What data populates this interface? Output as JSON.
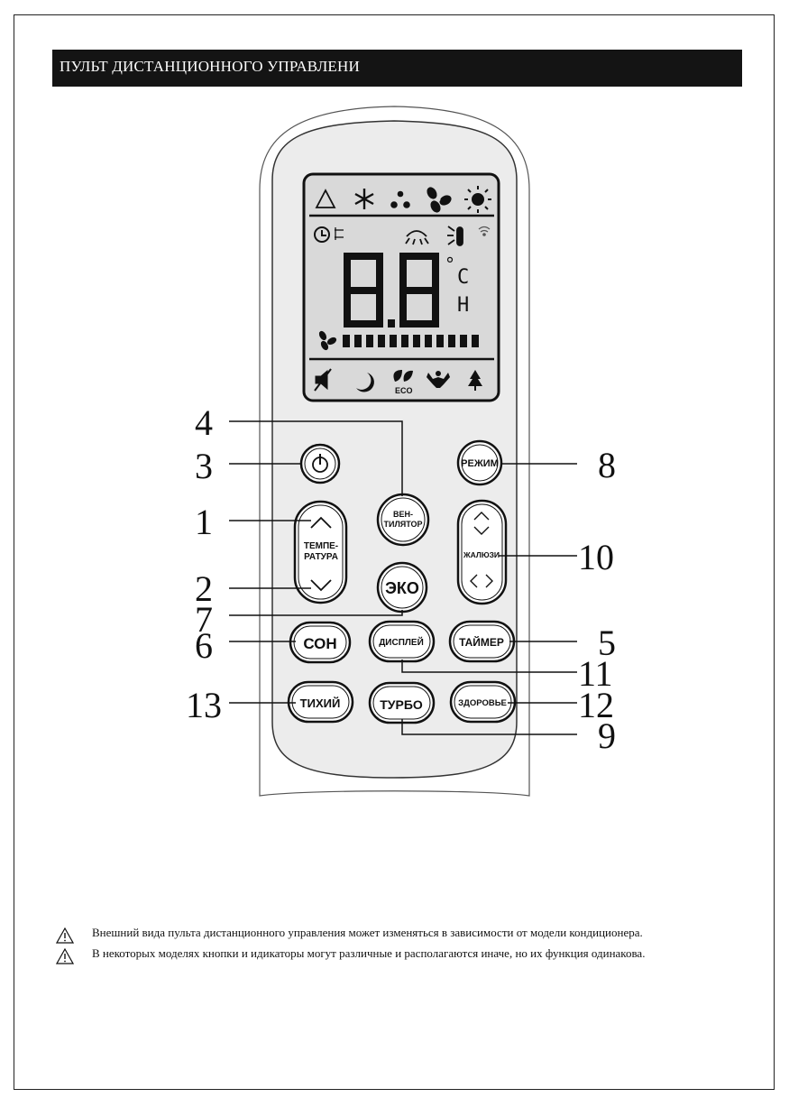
{
  "header": {
    "title": "ПУЛЬТ ДИСТАНЦИОННОГО УПРАВЛЕНИ"
  },
  "display": {
    "big_digits": "88",
    "degree": "°",
    "unit_c": "C",
    "unit_h": "H",
    "eco_label": "ECO"
  },
  "buttons": {
    "power": "",
    "mode": "РЕЖИМ",
    "fan_line1": "ВЕН-",
    "fan_line2": "ТИЛЯТОР",
    "temp_line1": "ТЕМПЕ-",
    "temp_line2": "РАТУРА",
    "eco": "ЭКО",
    "louver": "ЖАЛЮЗИ",
    "sleep": "СОН",
    "display": "ДИСПЛЕЙ",
    "timer": "ТАЙМЕР",
    "quiet": "ТИХИЙ",
    "turbo": "ТУРБО",
    "health": "ЗДОРОВЬЕ"
  },
  "callouts": {
    "n1": "1",
    "n2": "2",
    "n3": "3",
    "n4": "4",
    "n5": "5",
    "n6": "6",
    "n7": "7",
    "n8": "8",
    "n9": "9",
    "n10": "10",
    "n11": "11",
    "n12": "12",
    "n13": "13"
  },
  "notes": [
    "Внешний вида пульта дистанционного управления может изменяться в зависимости от модели кондиционера.",
    "В некоторых моделях кнопки и идикаторы  могут различные и  располагаются иначе, но их функция одинакова."
  ],
  "icons": [
    "auto-mode-icon",
    "snowflake-icon",
    "drops-icon",
    "fan-icon",
    "sun-icon",
    "timer-clock-icon",
    "swing-horizontal-icon",
    "swing-vertical-icon",
    "signal-icon",
    "fan-speed-icon",
    "mute-icon",
    "moon-icon",
    "eco-leaf-icon",
    "turbo-strong-icon",
    "tree-icon",
    "warning-icon"
  ]
}
